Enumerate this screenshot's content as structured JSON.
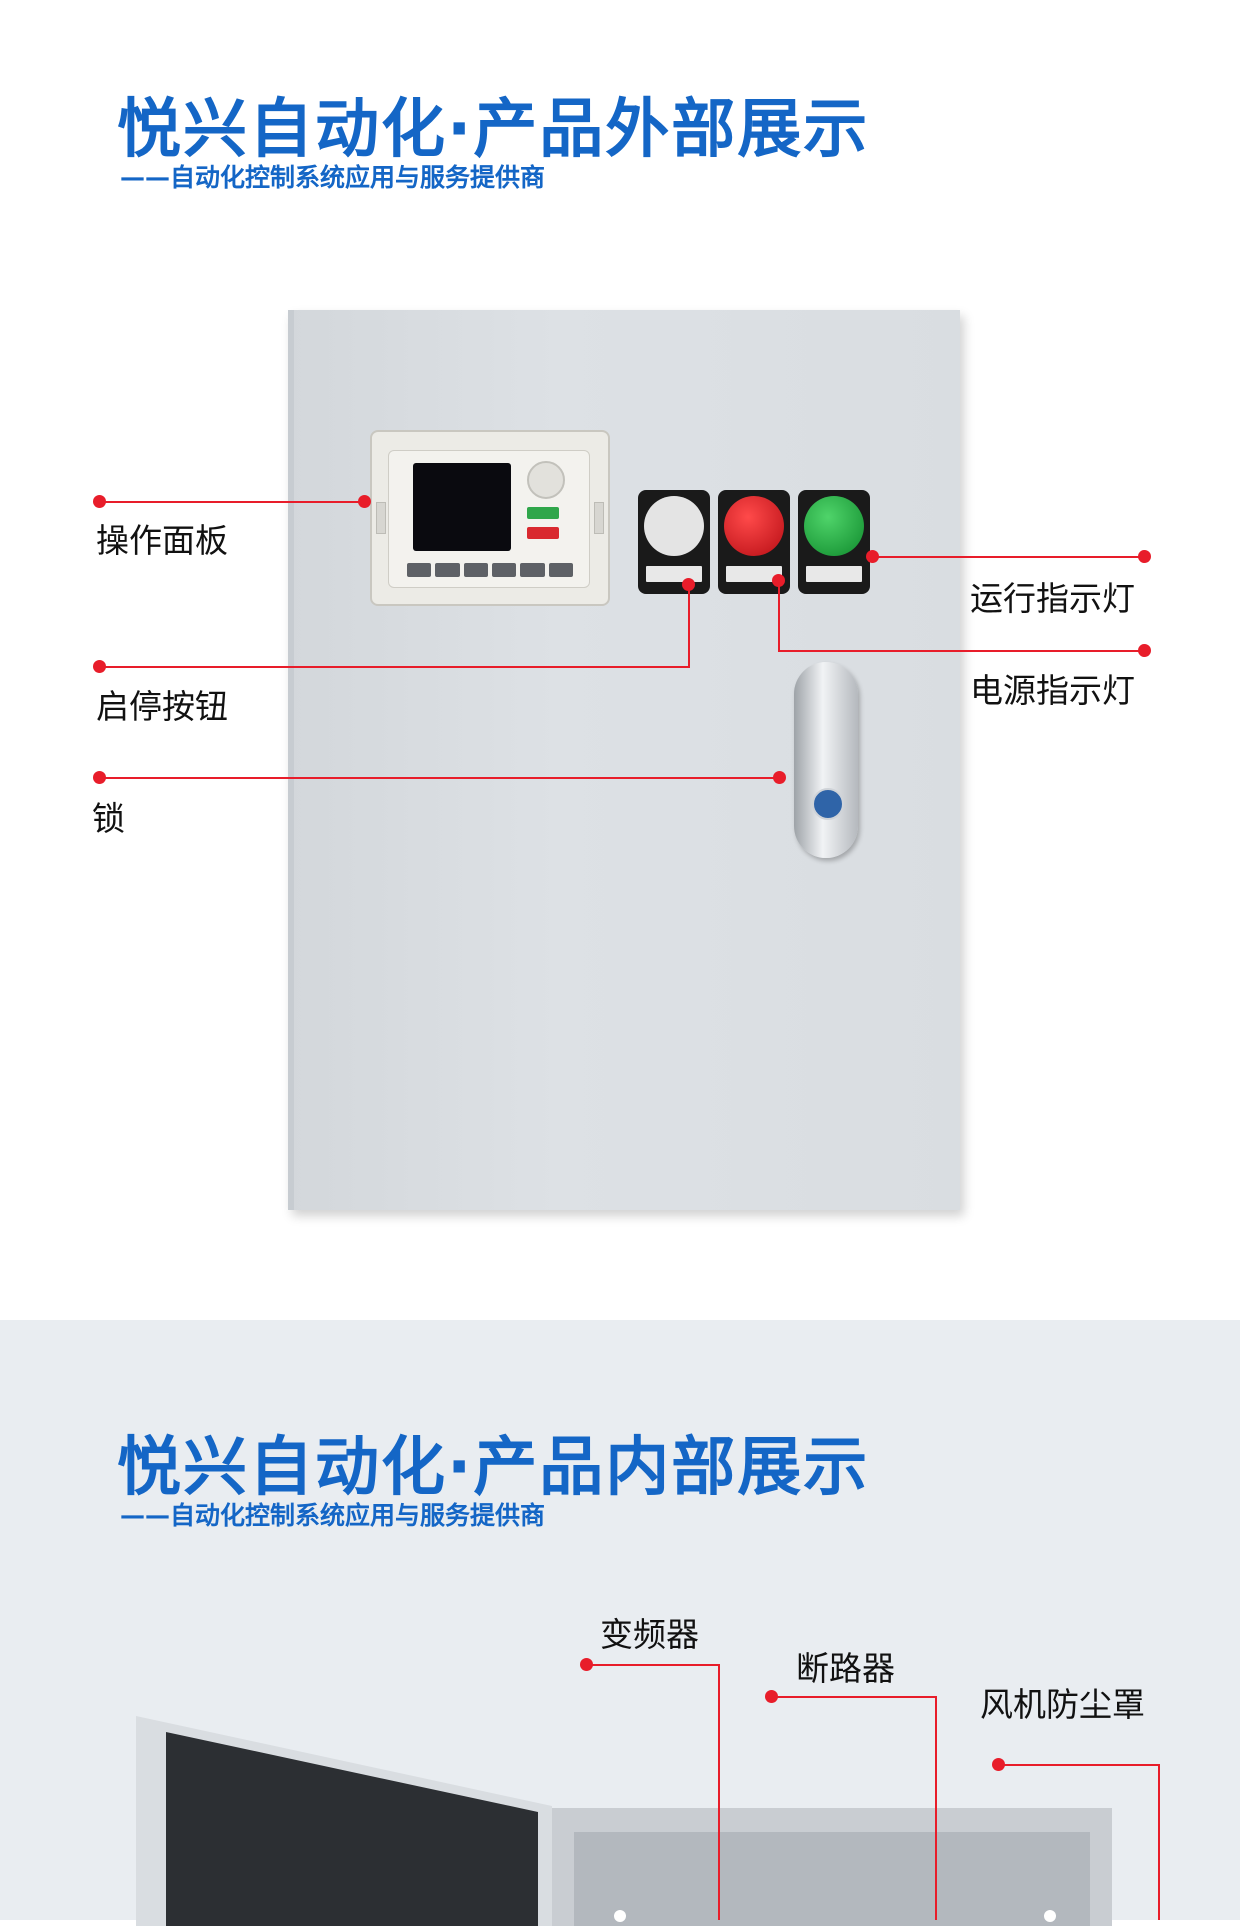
{
  "section_exterior": {
    "title": "悦兴自动化·产品外部展示",
    "subtitle": "——自动化控制系统应用与服务提供商",
    "callouts": {
      "operation_panel": "操作面板",
      "start_stop_button": "启停按钮",
      "lock": "锁",
      "run_indicator": "运行指示灯",
      "power_indicator": "电源指示灯"
    }
  },
  "section_interior": {
    "title": "悦兴自动化·产品内部展示",
    "subtitle": "——自动化控制系统应用与服务提供商",
    "callouts": {
      "inverter": "变频器",
      "breaker": "断路器",
      "fan_dust_cover": "风机防尘罩"
    }
  },
  "colors": {
    "brand_blue": "#1466c6",
    "callout_red": "#e81d2a",
    "interior_bg": "#e9edf1"
  }
}
